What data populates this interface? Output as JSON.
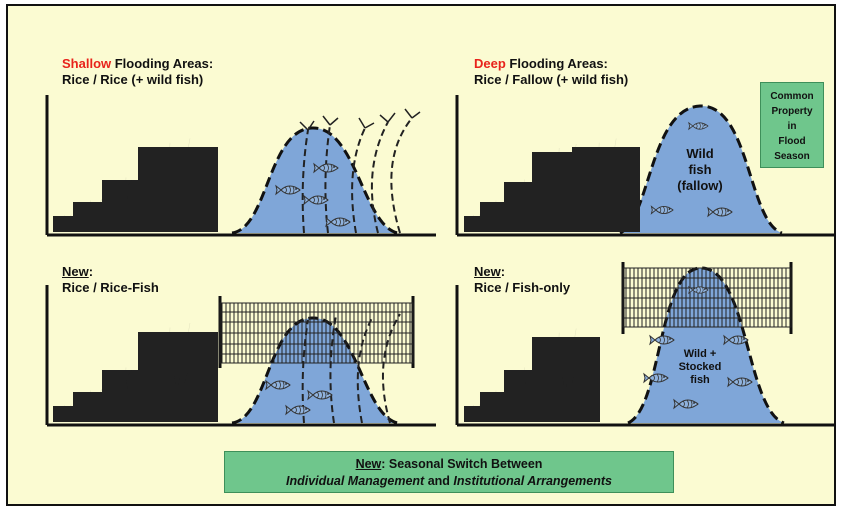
{
  "panels": {
    "shallow": {
      "highlight": "Shallow",
      "title_rest": " Flooding Areas:",
      "subtitle": "Rice / Rice (+ wild fish)"
    },
    "deep": {
      "highlight": "Deep",
      "title_rest": " Flooding Areas:",
      "subtitle": "Rice / Fallow (+ wild fish)",
      "fish_label_1": "Wild",
      "fish_label_2": "fish",
      "fish_label_3": "(fallow)"
    },
    "rice_fish": {
      "new_label": "New",
      "colon": ":",
      "subtitle": "Rice / Rice-Fish"
    },
    "fish_only": {
      "new_label": "New",
      "colon": ":",
      "subtitle": "Rice / Fish-only",
      "fish_label_1": "Wild +",
      "fish_label_2": "Stocked",
      "fish_label_3": "fish"
    }
  },
  "common_property": {
    "line1": "Common",
    "line2": "Property",
    "line3": "in",
    "line4": "Flood",
    "line5": "Season"
  },
  "footer": {
    "new_label": "New",
    "rest": ": Seasonal Switch Between",
    "line2_a": "Individual Management",
    "line2_mid": " and ",
    "line2_b": "Institutional Arrangements"
  },
  "colors": {
    "background": "#fbfbd2",
    "water": "#7fa6d8",
    "green_box": "#6fc68c",
    "highlight": "#e8231b"
  }
}
